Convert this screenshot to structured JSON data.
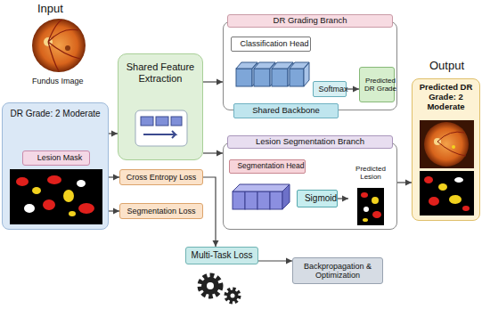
{
  "diagram": {
    "nodes": [
      {
        "text": [
          "DR Grade: 2 Moderate"
        ]
      },
      {
        "text": [
          "Lesion Mask"
        ],
        "in": 0
      },
      {
        "text": [
          "Shared Feature Extraction"
        ]
      },
      {
        "text": [
          "DR Grading Branch"
        ]
      },
      {
        "text": [
          "Classification Head"
        ],
        "in": 3
      },
      {
        "text": [
          "Softmax"
        ],
        "in": 3
      },
      {
        "text": [
          "Predicted DR Grade"
        ],
        "in": 3
      },
      {
        "text": [
          "Shared Backbone"
        ]
      },
      {
        "text": [
          "Lesion Segmentation Branch"
        ]
      },
      {
        "text": [
          "Segmentation Head"
        ],
        "in": 8
      },
      {
        "text": [
          "Sigmoid"
        ],
        "in": 8
      },
      {
        "text": [
          "Predicted Lesion"
        ],
        "in": 8
      },
      {
        "text": [
          "Predicted DR Grade: 2 Moderate"
        ]
      },
      {
        "text": [
          "Cross Entropy Loss"
        ]
      },
      {
        "text": [
          "Segmentation Loss"
        ]
      },
      {
        "text": [
          "Multi-Task Loss"
        ]
      },
      {
        "text": [
          "Backpropagation & Optimization"
        ]
      }
    ],
    "edges": [
      {
        "from": 0,
        "to": 2,
        "arrow": "to"
      },
      {
        "from": 2,
        "to": 3,
        "arrow": "to"
      },
      {
        "from": 2,
        "to": 8,
        "arrow": "to"
      },
      {
        "from": 0,
        "to": 13,
        "arrow": "to"
      },
      {
        "from": 0,
        "to": 14,
        "arrow": "to"
      },
      {
        "from": 13,
        "to": 15,
        "arrow": "to"
      },
      {
        "from": 15,
        "to": 16,
        "arrow": "to"
      },
      {
        "from": 5,
        "to": 6,
        "arrow": "to"
      },
      {
        "from": 10,
        "to": 11,
        "arrow": "to"
      },
      {
        "from": 8,
        "to": 12,
        "arrow": "to"
      }
    ],
    "labels": [
      "Input",
      "Fundus Image",
      "Output"
    ]
  }
}
